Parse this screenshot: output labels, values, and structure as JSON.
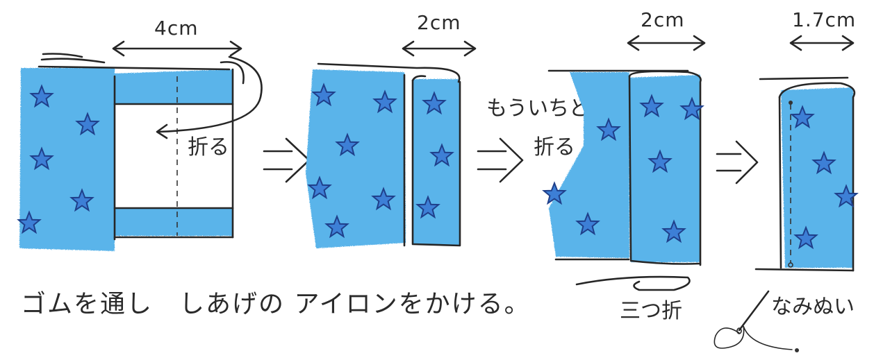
{
  "colors": {
    "fabric": "#5ab4ea",
    "fabric_light": "#8fd0f3",
    "star": "#3d7fd6",
    "ink": "#262626"
  },
  "steps": [
    {
      "measurement": "4cm",
      "note": "折る"
    },
    {
      "measurement": "2cm",
      "note": ""
    },
    {
      "measurement": "2cm",
      "note_line1": "もういちど、",
      "note_line2": "折る",
      "note_below": "三つ折"
    },
    {
      "measurement": "1.7cm",
      "note_below": "なみぬい"
    }
  ],
  "arrows": [
    "next-arrow",
    "next-arrow",
    "next-arrow"
  ],
  "bottom_caption": "ゴムを通し　しあげの アイロンをかける。",
  "icons": [
    "double-headed-arrow-icon",
    "fold-curve-icon",
    "needle-icon",
    "thread-icon"
  ]
}
